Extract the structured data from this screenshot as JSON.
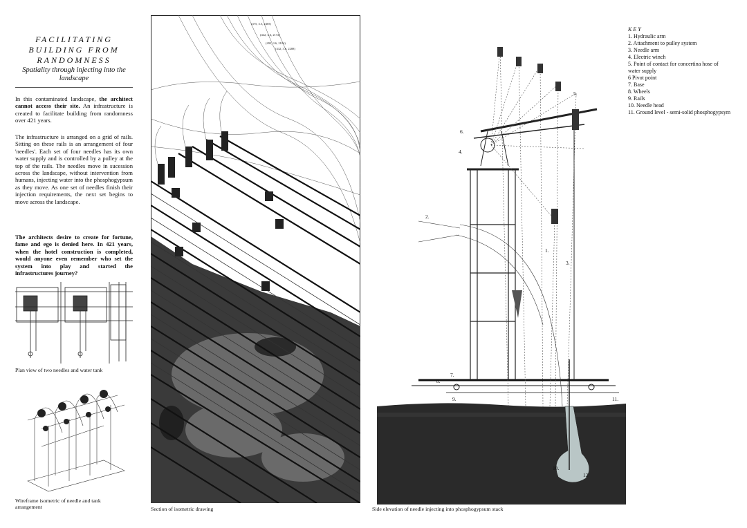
{
  "title": "FACILITATING BUILDING FROM RANDOMNESS",
  "subtitle": "Spatiality through injecting into the landscape",
  "paragraphs": {
    "p1_pre": "In this contaminated landscape, ",
    "p1_bold": "the architect cannot access their site.",
    "p1_post": " An infrastructure is created to facilitate building from randomness over 421 years.",
    "p2": "The infrastructure is arranged on a grid of rails. Sitting on these rails is an arrangement of four 'needles'. Each set of four needles has its own water supply and is controlled by a pulley at the top of the rails. The needles move in sucession across the landscape, without intervention from humans, injecting water into the phosphogypsum as they move. As one set of needles finish their injection requirements, the next set begins to move across the landscape.",
    "p3": "The architects desire to create for fortune, fame and ego is denied here. In 421 years, when the hotel construction is completed, would anyone even remember who set the system into play and started the infrastructures journey?"
  },
  "captions": {
    "plan": "Plan view of two needles and water tank",
    "isometric": "Wireframe isometric of needle and tank arrangement",
    "section": "Section of isometric drawing",
    "elevation": "Side elevation of needle injecting into phosphogypsum stack"
  },
  "key": {
    "title": "KEY",
    "items": [
      "1. Hydraulic arm",
      "2. Attachment to pulley system",
      "3. Needle arm",
      "4. Electric winch",
      "5. Point of contact for concertina hose of water supply",
      "6 Pivot point",
      "7. Base",
      "8. Wheels",
      "9. Rails",
      "10. Needle head",
      "11. Ground level - semi-solid phosphogypsym"
    ]
  },
  "contour_labels": [
    "(475, 3.5, 2405)",
    "(442, 3.6, 2172)",
    "(492, 3.6, 2104)",
    "(432, 3.6, 2288)"
  ],
  "elevation_labels": [
    "1.",
    "2.",
    "3.",
    "4.",
    "5.",
    "6.",
    "7.",
    "8.",
    "9.",
    "10.",
    "11.",
    "12"
  ],
  "colors": {
    "ink": "#111111",
    "ground": "#2a2a2a",
    "injection": "#b9c6c6"
  }
}
